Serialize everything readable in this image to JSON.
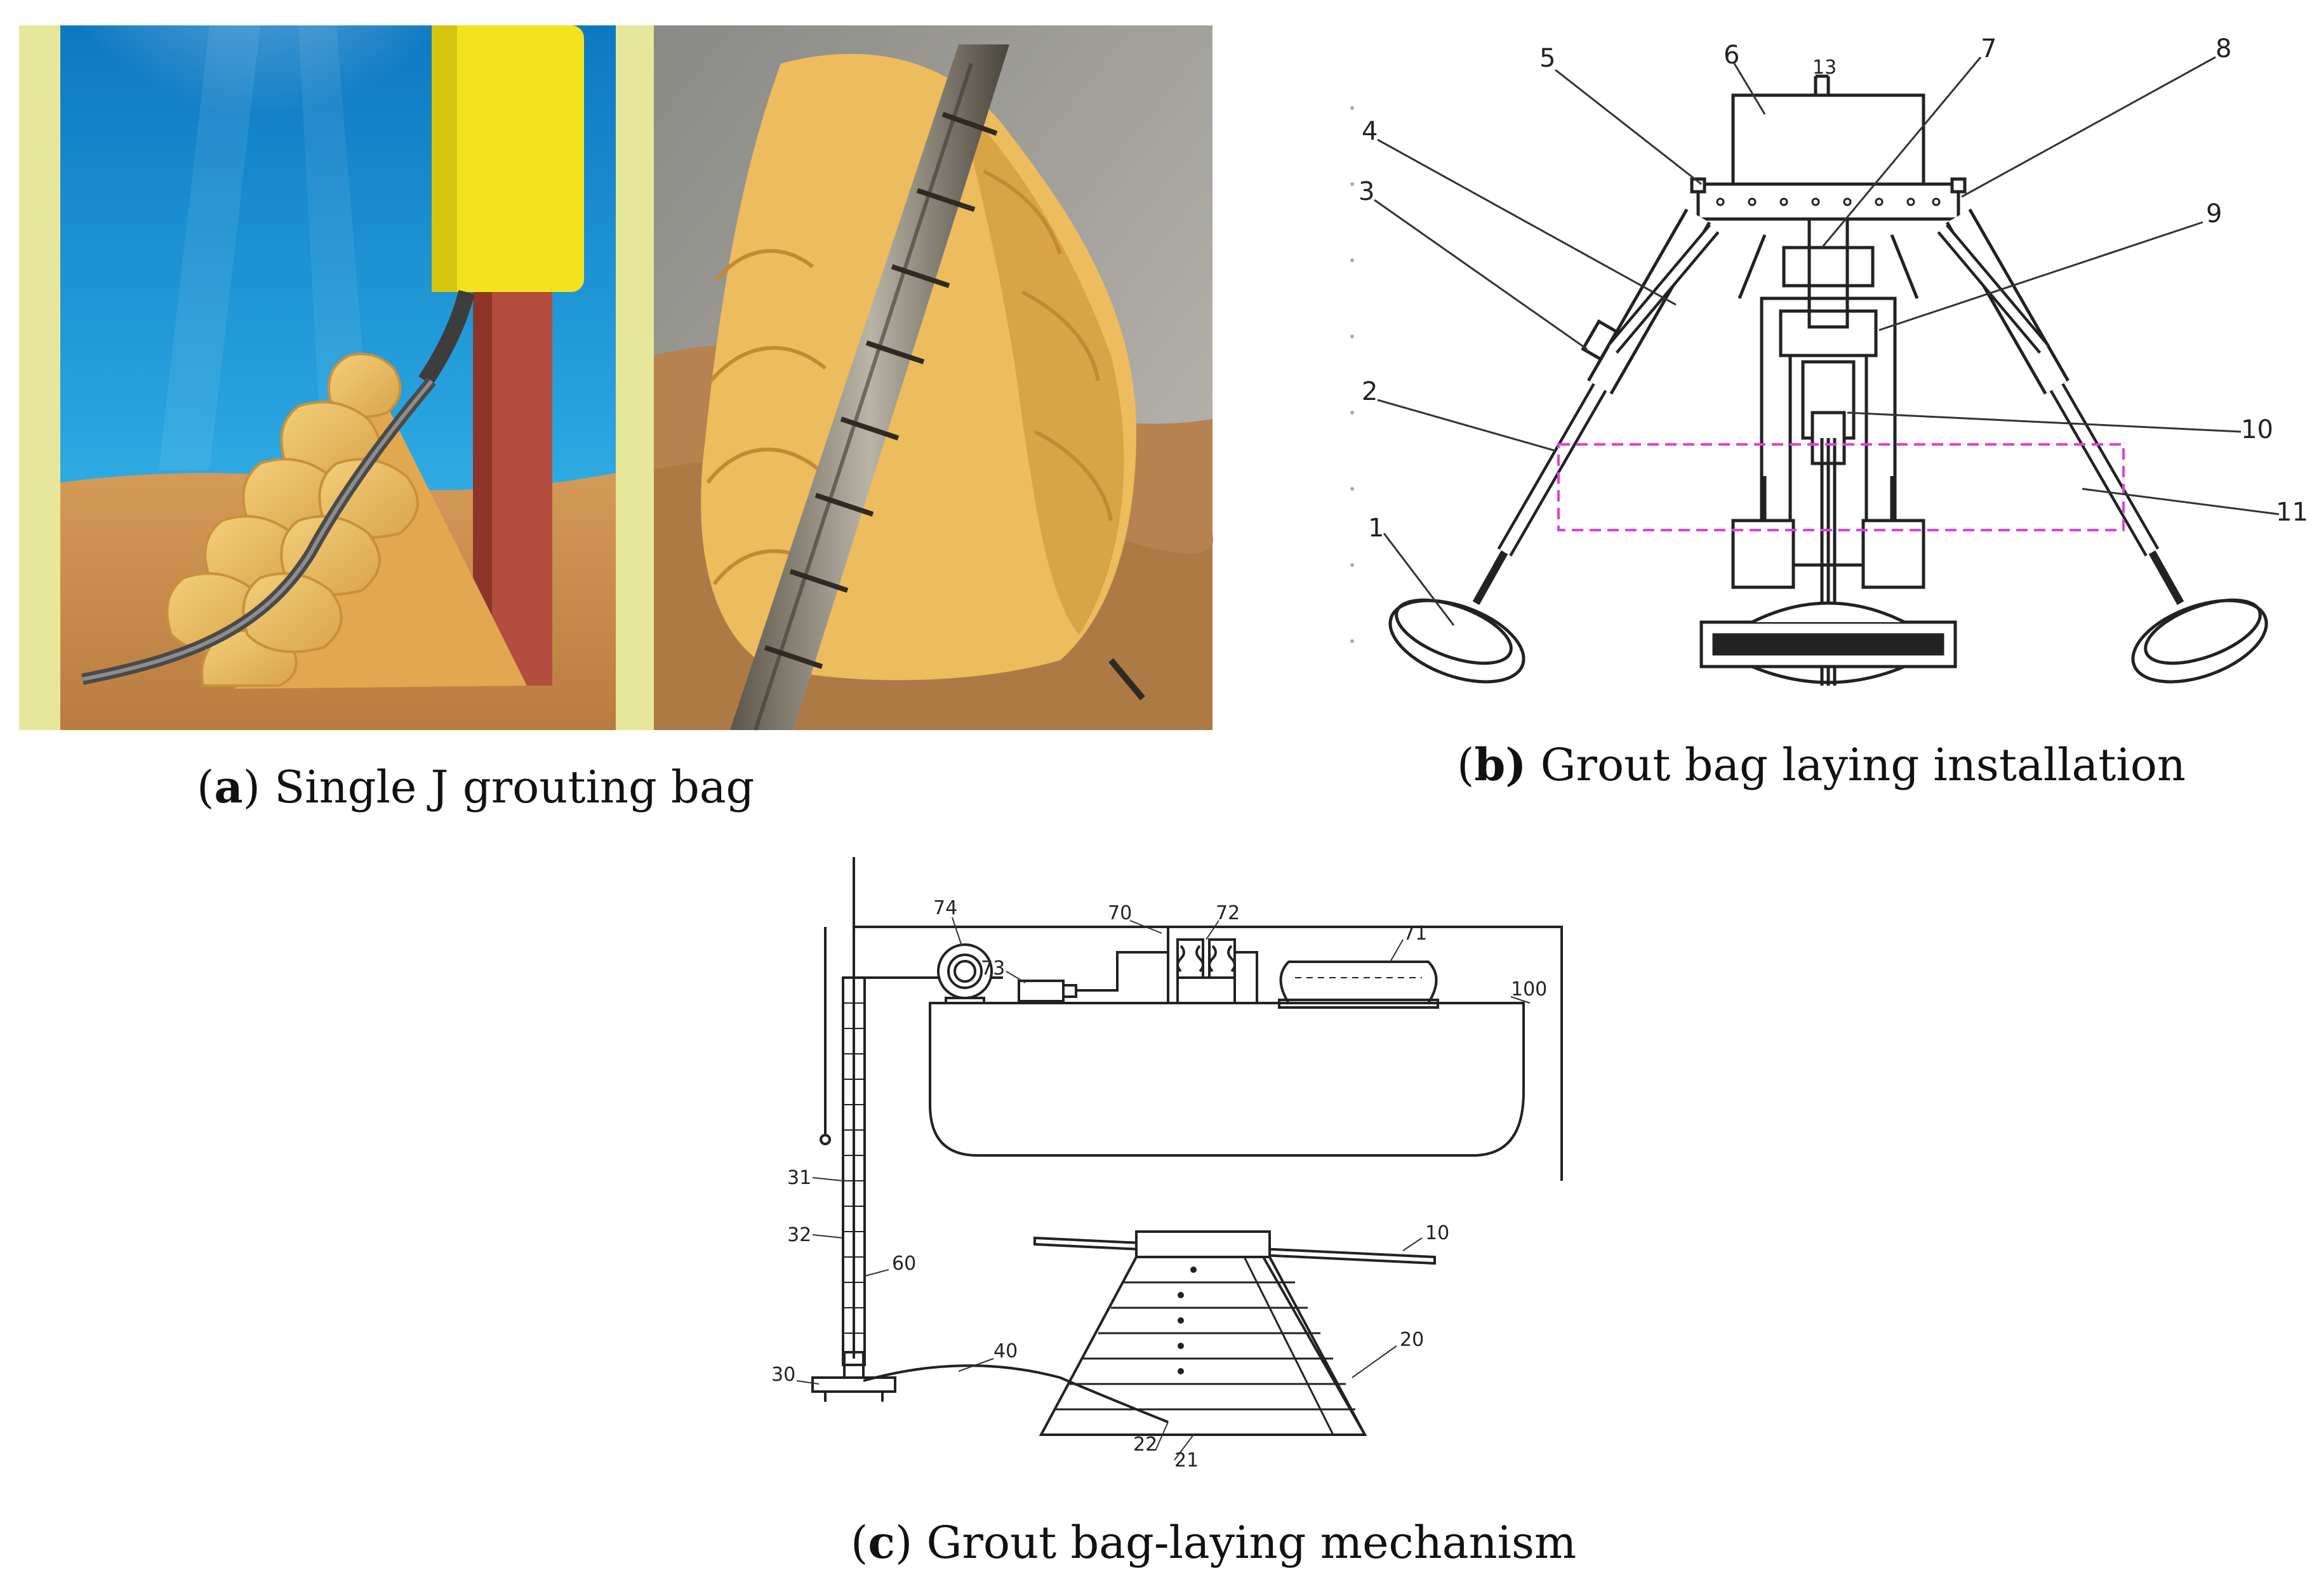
{
  "panel_a": {
    "caption_prefix": "(",
    "caption_letter": "a",
    "caption_text": ") Single J grouting bag"
  },
  "panel_b": {
    "caption_prefix": "(",
    "caption_letter": "b)",
    "caption_text": " Grout bag laying installation",
    "labels": [
      "1",
      "2",
      "3",
      "4",
      "5",
      "6",
      "7",
      "8",
      "9",
      "10",
      "11"
    ],
    "frame_label": "13"
  },
  "panel_c": {
    "caption_prefix": "(",
    "caption_letter": "c",
    "caption_text": ") Grout bag-laying mechanism",
    "labels": {
      "l74": "74",
      "l70": "70",
      "l72": "72",
      "l73": "73",
      "l71": "71",
      "l100": "100",
      "l31": "31",
      "l32": "32",
      "l60": "60",
      "l10": "10",
      "l20": "20",
      "l30": "30",
      "l40": "40",
      "l22": "22",
      "l21": "21"
    }
  },
  "colors": {
    "water_blue": "#1e8fd0",
    "sand": "#c48a4a",
    "bag_yellow": "#e9b85a",
    "pile_red": "#b04a3a",
    "sleeve_yellow": "#f2e21a",
    "magenta_dash": "#e040e0"
  }
}
